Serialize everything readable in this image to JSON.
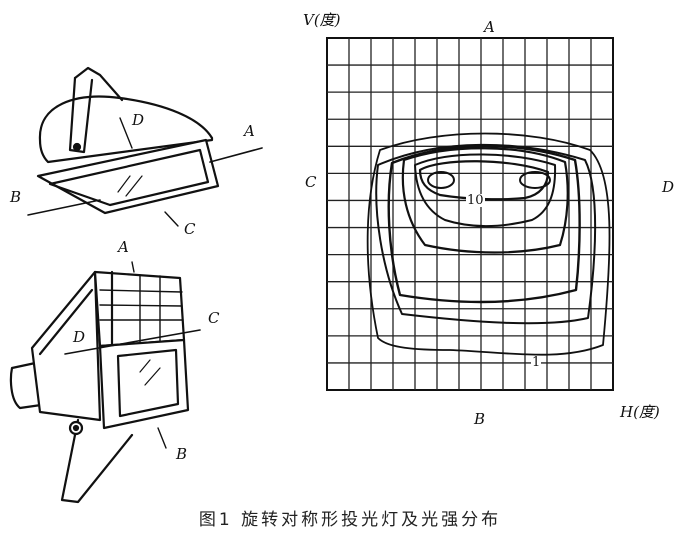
{
  "caption": "图1  旋转对称形投光灯及光强分布",
  "lamp_top": {
    "label_a": "A",
    "label_b": "B",
    "label_c": "C",
    "label_d": "D"
  },
  "lamp_bottom": {
    "label_a": "A",
    "label_b": "B",
    "label_c": "C",
    "label_d": "D"
  },
  "intensity_plot": {
    "axis_v": "V(度)",
    "axis_h": "H(度)",
    "label_a": "A",
    "label_b": "B",
    "label_c": "C",
    "label_d": "D",
    "contour_inner": "10",
    "contour_outer": "1",
    "grid_cells": 13
  }
}
